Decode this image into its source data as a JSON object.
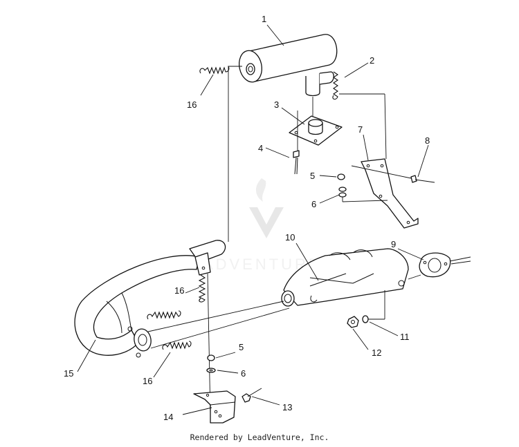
{
  "diagram": {
    "callouts": [
      {
        "id": "c1",
        "text": "1"
      },
      {
        "id": "c2",
        "text": "2"
      },
      {
        "id": "c3",
        "text": "3"
      },
      {
        "id": "c4",
        "text": "4"
      },
      {
        "id": "c5a",
        "text": "5"
      },
      {
        "id": "c6a",
        "text": "6"
      },
      {
        "id": "c7",
        "text": "7"
      },
      {
        "id": "c8",
        "text": "8"
      },
      {
        "id": "c9",
        "text": "9"
      },
      {
        "id": "c10",
        "text": "10"
      },
      {
        "id": "c11",
        "text": "11"
      },
      {
        "id": "c12",
        "text": "12"
      },
      {
        "id": "c13",
        "text": "13"
      },
      {
        "id": "c14",
        "text": "14"
      },
      {
        "id": "c15",
        "text": "15"
      },
      {
        "id": "c16a",
        "text": "16"
      },
      {
        "id": "c16b",
        "text": "16"
      },
      {
        "id": "c16c",
        "text": "16"
      },
      {
        "id": "c5b",
        "text": "5"
      },
      {
        "id": "c6b",
        "text": "6"
      }
    ],
    "watermark": "LEADVENTURE",
    "footer": "Rendered by LeadVenture, Inc."
  }
}
